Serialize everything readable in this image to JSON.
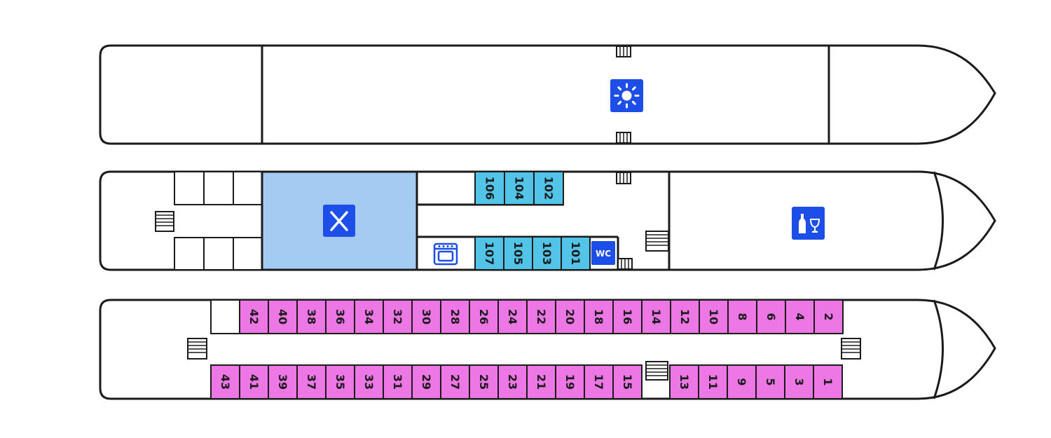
{
  "colors": {
    "main_cabin": "#ee77e6",
    "upper_cabin": "#52c4e8",
    "dining": "#a4ccf2",
    "icon_bg": "#1d4ee8",
    "outline": "#1b1b1b"
  },
  "decks": {
    "sun": {
      "icons": [
        "sun-icon"
      ]
    },
    "middle": {
      "icons": [
        "restaurant-icon",
        "bar-icon",
        "kitchen-icon"
      ],
      "wc_label": "WC",
      "cabins_top": [
        "106",
        "104",
        "102"
      ],
      "cabins_bottom": [
        "107",
        "105",
        "103",
        "101"
      ]
    },
    "main": {
      "cabins_top": [
        "42",
        "40",
        "38",
        "36",
        "34",
        "32",
        "30",
        "28",
        "26",
        "24",
        "22",
        "20",
        "18",
        "16",
        "14",
        "12",
        "10",
        "8",
        "6",
        "4",
        "2"
      ],
      "cabins_bottom": [
        "43",
        "41",
        "39",
        "37",
        "35",
        "33",
        "31",
        "29",
        "27",
        "25",
        "23",
        "21",
        "19",
        "17",
        "15",
        "13",
        "11",
        "9",
        "5",
        "3",
        "1"
      ]
    }
  }
}
